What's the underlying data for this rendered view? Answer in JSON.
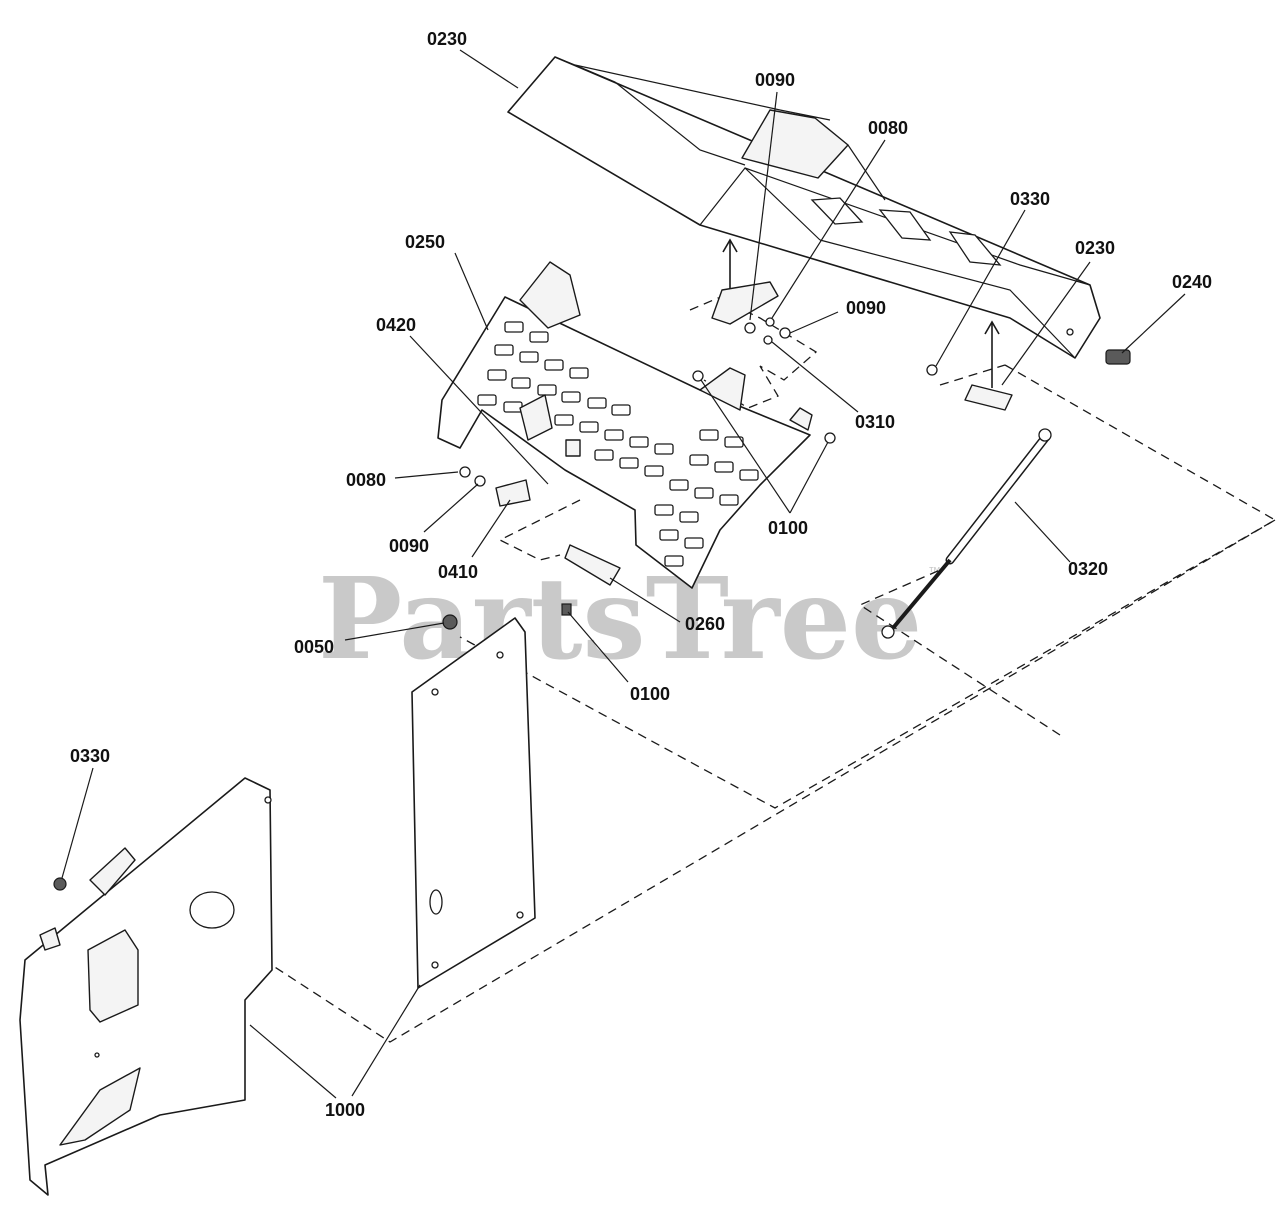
{
  "watermark": {
    "text": "PartsTree",
    "mark": "™"
  },
  "callouts": [
    {
      "id": "c-0230-top",
      "label": "0230"
    },
    {
      "id": "c-0090-top",
      "label": "0090"
    },
    {
      "id": "c-0080-top",
      "label": "0080"
    },
    {
      "id": "c-0330-right",
      "label": "0330"
    },
    {
      "id": "c-0230-right",
      "label": "0230"
    },
    {
      "id": "c-0240",
      "label": "0240"
    },
    {
      "id": "c-0250",
      "label": "0250"
    },
    {
      "id": "c-0090-mid",
      "label": "0090"
    },
    {
      "id": "c-0420",
      "label": "0420"
    },
    {
      "id": "c-0310",
      "label": "0310"
    },
    {
      "id": "c-0100-right",
      "label": "0100"
    },
    {
      "id": "c-0080-left",
      "label": "0080"
    },
    {
      "id": "c-0090-left",
      "label": "0090"
    },
    {
      "id": "c-0410",
      "label": "0410"
    },
    {
      "id": "c-0320",
      "label": "0320"
    },
    {
      "id": "c-0260",
      "label": "0260"
    },
    {
      "id": "c-0050",
      "label": "0050"
    },
    {
      "id": "c-0100-bottom",
      "label": "0100"
    },
    {
      "id": "c-0330-left",
      "label": "0330"
    },
    {
      "id": "c-1000",
      "label": "1000"
    }
  ]
}
